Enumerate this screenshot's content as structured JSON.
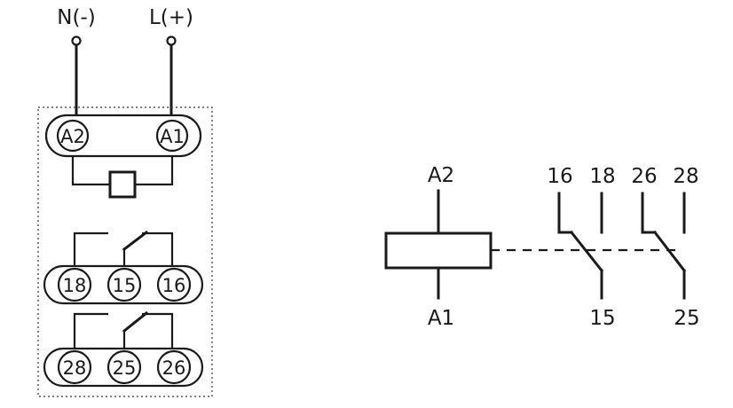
{
  "supply": {
    "neg_label": "N(-)",
    "pos_label": "L(+)"
  },
  "module": {
    "coil_terminals": [
      "A2",
      "A1"
    ],
    "contact_row_1": [
      "18",
      "15",
      "16"
    ],
    "contact_row_2": [
      "28",
      "25",
      "26"
    ]
  },
  "schematic": {
    "coil_top": "A2",
    "coil_bottom": "A1",
    "top_labels": [
      "16",
      "18",
      "26",
      "28"
    ],
    "bottom_labels": [
      "15",
      "25"
    ]
  }
}
